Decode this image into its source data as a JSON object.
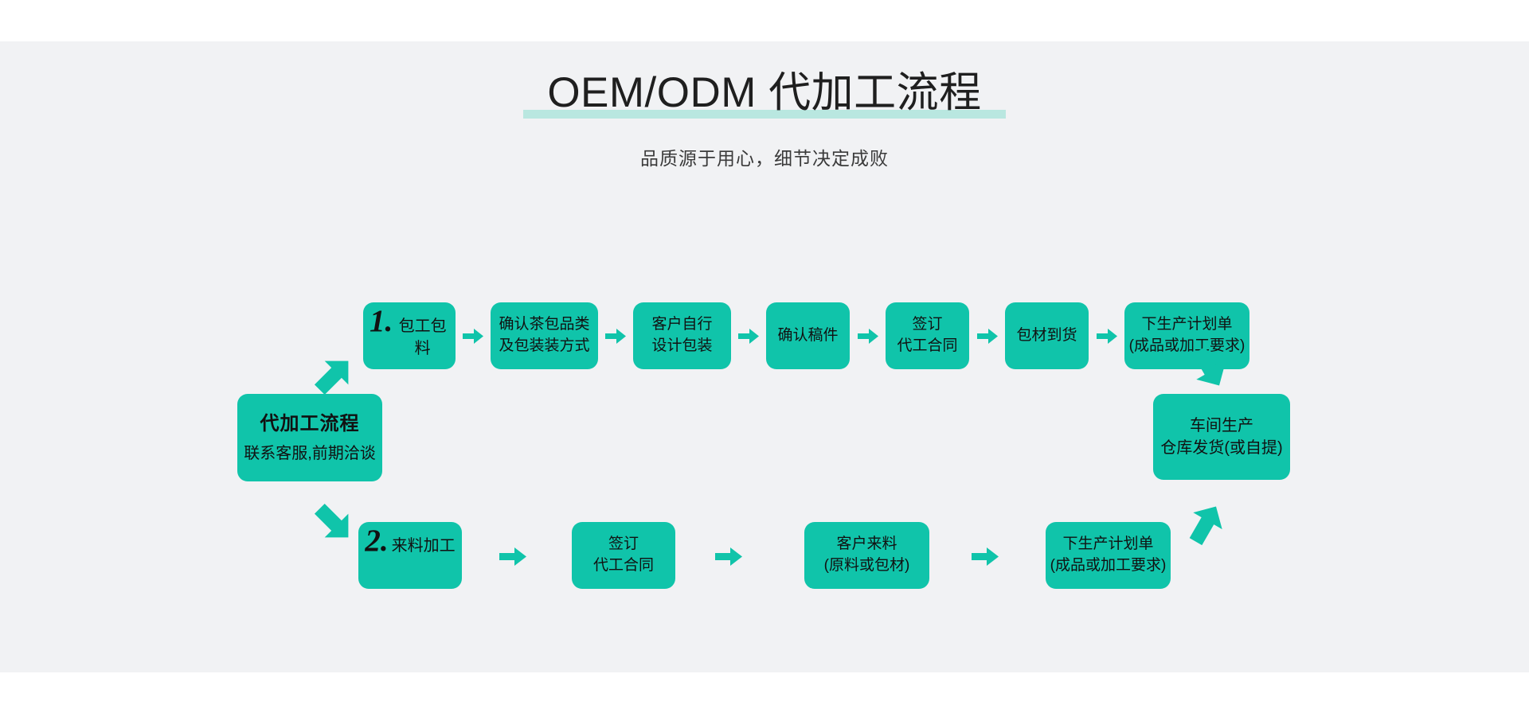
{
  "header": {
    "title": "OEM/ODM 代加工流程",
    "subtitle": "品质源于用心，细节决定成败"
  },
  "colors": {
    "page_white": "#ffffff",
    "canvas_bg": "#f1f2f4",
    "node_teal": "#10c4aa",
    "arrow_teal": "#10c4aa",
    "title_highlight": "#b9e7e0",
    "text_dark": "#111111"
  },
  "flow": {
    "entry": {
      "head": "代加工流程",
      "sub": "联系客服,前期洽谈"
    },
    "exit": {
      "line1": "车间生产",
      "line2": "仓库发货(或自提)"
    },
    "track_top": {
      "start": {
        "number": "1.",
        "label": "包工包料"
      },
      "steps": [
        {
          "line1": "确认茶包品类",
          "line2": "及包装装方式"
        },
        {
          "line1": "客户自行",
          "line2": "设计包装"
        },
        {
          "line1": "确认稿件",
          "line2": ""
        },
        {
          "line1": "签订",
          "line2": "代工合同"
        },
        {
          "line1": "包材到货",
          "line2": ""
        },
        {
          "line1": "下生产计划单",
          "line2": "(成品或加工要求)"
        }
      ]
    },
    "track_bottom": {
      "start": {
        "number": "2.",
        "label": "来料加工"
      },
      "steps": [
        {
          "line1": "签订",
          "line2": "代工合同"
        },
        {
          "line1": "客户来料",
          "line2": "(原料或包材)"
        },
        {
          "line1": "下生产计划单",
          "line2": "(成品或加工要求)"
        }
      ]
    },
    "connectors": {
      "entry_to_top": "arrow-up-right",
      "entry_to_bottom": "arrow-down-right",
      "top_to_exit": "arrow-down-right",
      "bottom_to_exit": "arrow-up-right"
    }
  }
}
